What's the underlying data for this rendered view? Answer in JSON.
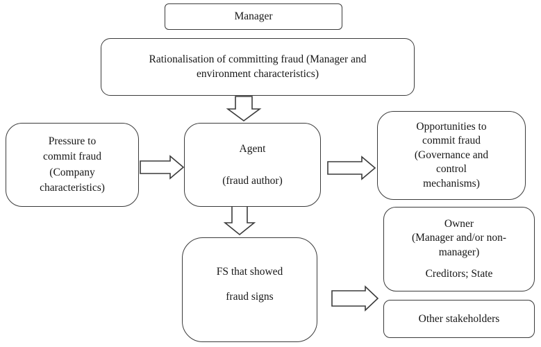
{
  "colors": {
    "border": "#3a3a3a",
    "text": "#161616",
    "background": "#ffffff"
  },
  "nodes": {
    "manager": {
      "label": "Manager"
    },
    "rationalisation": {
      "label": "Rationalisation of committing fraud (Manager and\nenvironment characteristics)"
    },
    "pressure": {
      "label": "Pressure to\ncommit fraud\n(Company\ncharacteristics)"
    },
    "agent": {
      "title": "Agent",
      "subtitle": "(fraud author)"
    },
    "opportunities": {
      "label": "Opportunities to\ncommit fraud\n(Governance and\ncontrol\nmechanisms)"
    },
    "fs": {
      "line1": "FS that showed",
      "line2": "fraud signs"
    },
    "owner": {
      "label": "Owner\n(Manager and/or non-\nmanager)",
      "sub": "Creditors; State"
    },
    "other_stakeholders": {
      "label": "Other stakeholders"
    }
  },
  "edges": [
    {
      "from": "rationalisation",
      "to": "agent",
      "direction": "down"
    },
    {
      "from": "pressure",
      "to": "agent",
      "direction": "right"
    },
    {
      "from": "agent",
      "to": "opportunities",
      "direction": "right"
    },
    {
      "from": "agent",
      "to": "fs",
      "direction": "down"
    },
    {
      "from": "fs",
      "to": "owner-and-other-stakeholders",
      "direction": "right"
    }
  ]
}
